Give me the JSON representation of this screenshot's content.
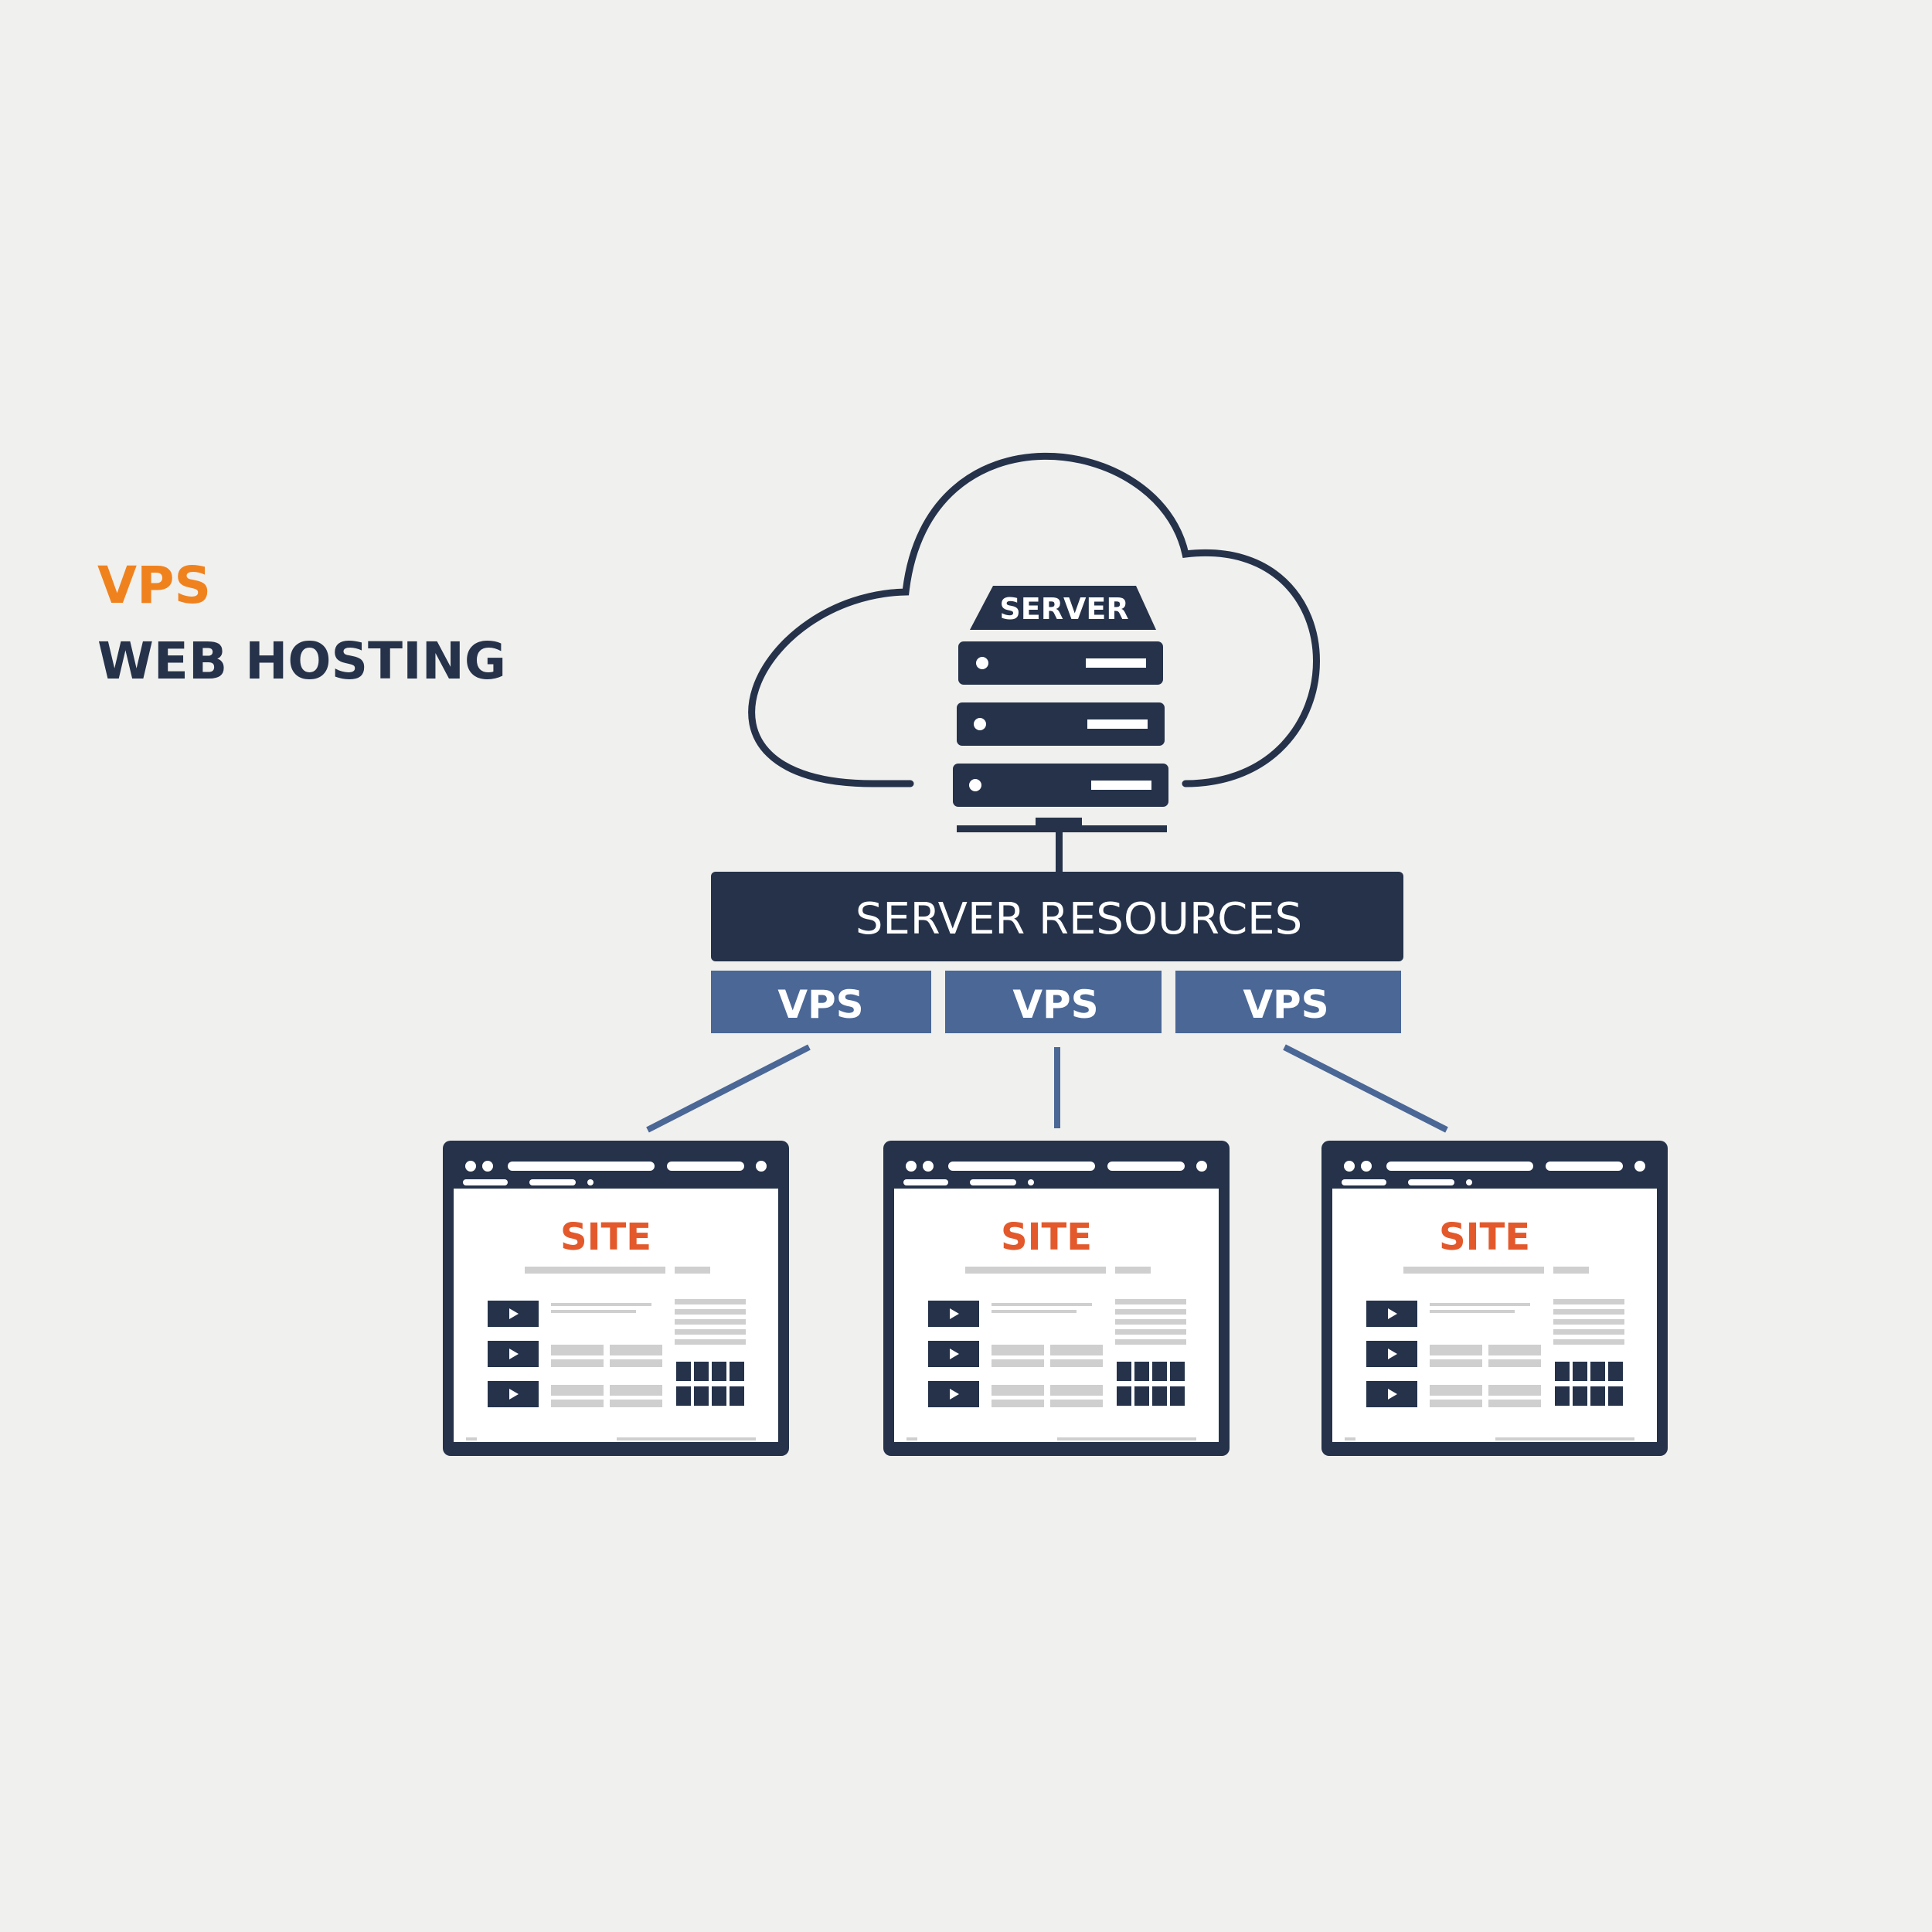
{
  "heading": {
    "line1": "VPS",
    "line2": "WEB HOSTING"
  },
  "server": {
    "label": "SERVER"
  },
  "resources": {
    "label": "SERVER RESOURCES"
  },
  "vps_boxes": [
    {
      "label": "VPS"
    },
    {
      "label": "VPS"
    },
    {
      "label": "VPS"
    }
  ],
  "sites": [
    {
      "label": "SITE"
    },
    {
      "label": "SITE"
    },
    {
      "label": "SITE"
    }
  ],
  "colors": {
    "background": "#f0f0ee",
    "navy": "#25324a",
    "vps_blue": "#4a6796",
    "orange": "#f0821e",
    "site_red": "#e3592b",
    "gray_bar": "#cfcfcf",
    "white": "#ffffff"
  }
}
